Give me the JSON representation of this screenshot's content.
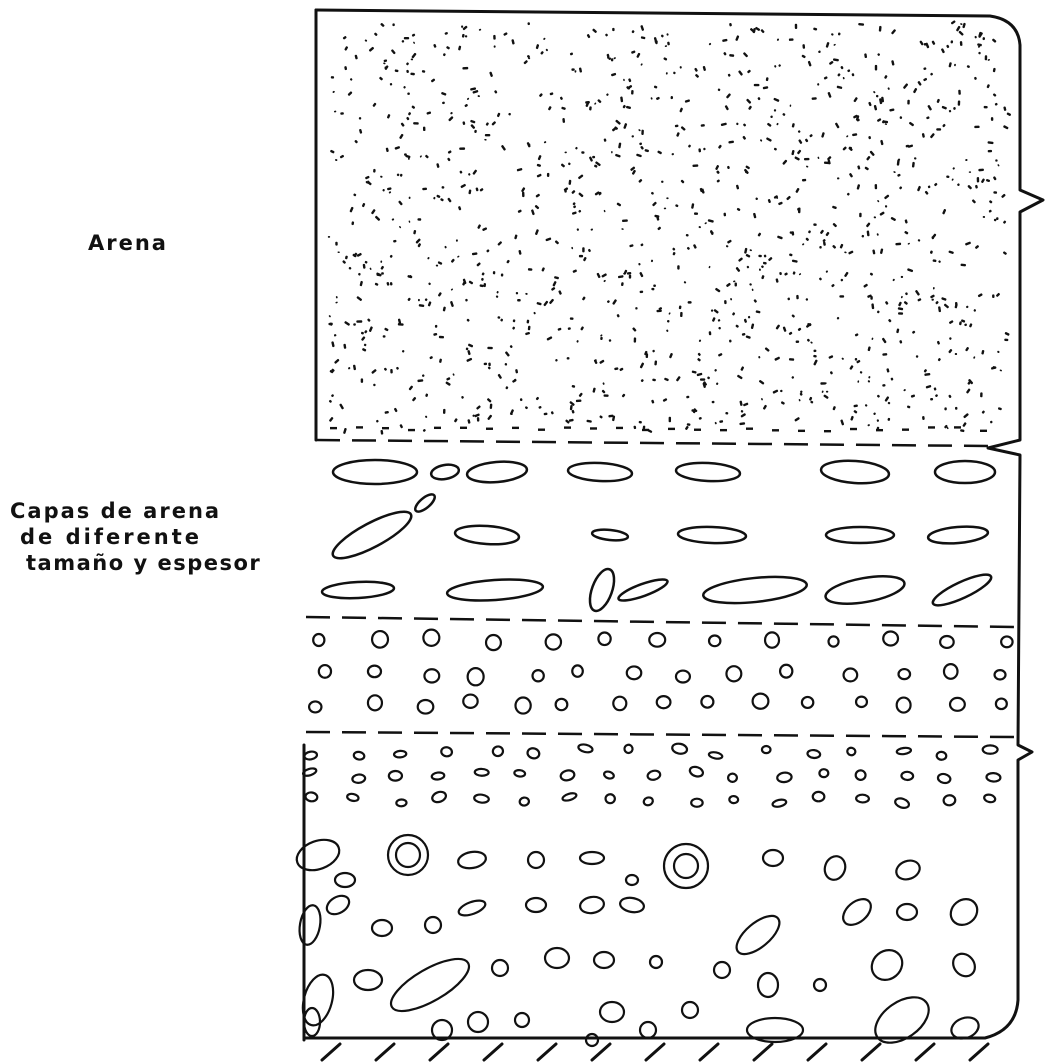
{
  "colors": {
    "ink": "#111111",
    "paper": "#ffffff"
  },
  "labels": {
    "sand": "Arena",
    "layers_line1": "Capas de arena",
    "layers_line2": "de diferente",
    "layers_line3": "tamaño y espesor"
  }
}
